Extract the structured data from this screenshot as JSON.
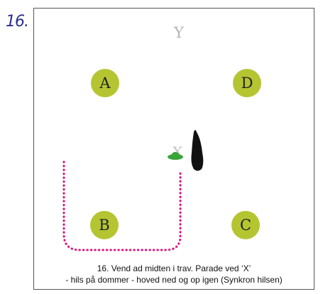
{
  "step_number": "16.",
  "arena": {
    "letters": {
      "y": "Y",
      "a": "A",
      "d": "D",
      "x": "X",
      "b": "B",
      "c": "C"
    },
    "colors": {
      "marker_fill": "#b5c532",
      "path": "#e0127e",
      "green_marker": "#3aa33a",
      "horse": "#111111"
    },
    "icons": [
      "horse-icon",
      "halt-point-icon"
    ]
  },
  "caption": {
    "line1": "16. Vend ad midten i trav. Parade ved ‘X’",
    "line2": "- hils på dommer - hoved ned og op igen (Synkron hilsen)"
  }
}
